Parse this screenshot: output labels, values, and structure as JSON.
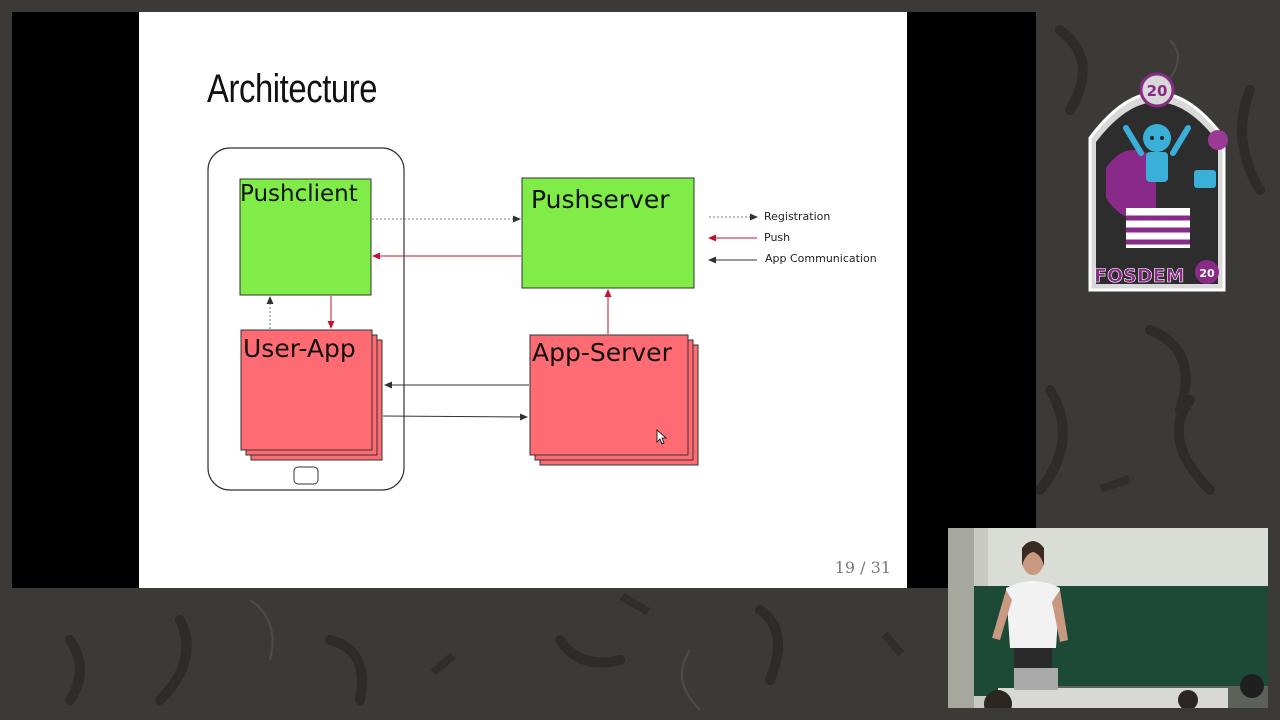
{
  "slide": {
    "title": "Architecture",
    "page_counter": "19 / 31"
  },
  "diagram": {
    "boxes": {
      "pushclient": "Pushclient",
      "pushserver": "Pushserver",
      "user_app": "User-App",
      "app_server": "App-Server"
    },
    "legend": {
      "registration": "Registration",
      "push": "Push",
      "app_communication": "App Communication"
    },
    "colors": {
      "green_box": "#7fec47",
      "red_box": "#ff6b73",
      "push_arrow": "#c8102e",
      "registration_arrow": "#555555",
      "app_arrow": "#333333"
    }
  },
  "logo": {
    "text": "FOSDEM",
    "year": "20",
    "badge": "20"
  },
  "background": {
    "color": "#3b3a37"
  }
}
